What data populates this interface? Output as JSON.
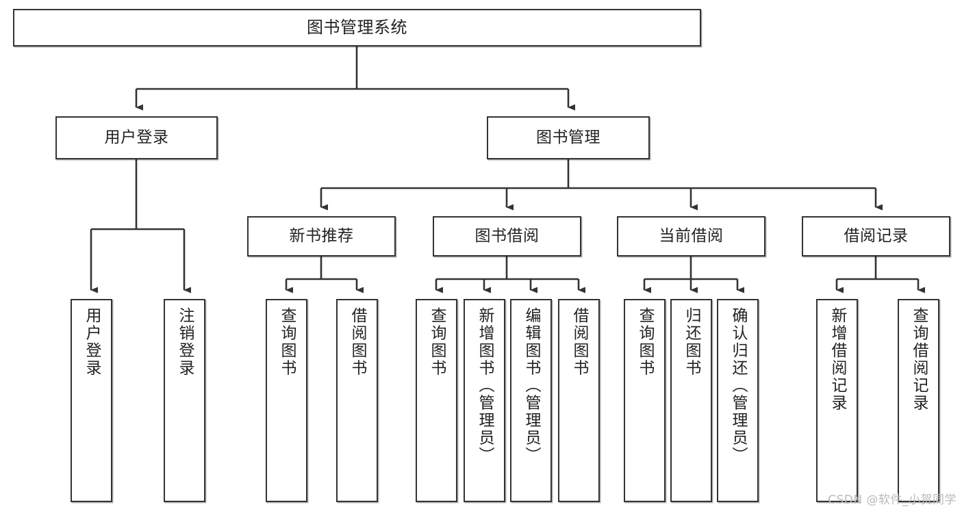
{
  "diagram": {
    "title": "图书管理系统",
    "type": "tree",
    "watermark": "CSDN @软件_小贺同学",
    "colors": {
      "node_border": "#333333",
      "node_fill": "#ffffff",
      "edge": "#333333",
      "text": "#222222",
      "watermark": "#b9b9b9",
      "background": "#ffffff"
    },
    "nodes": {
      "root": {
        "label": "图书管理系统",
        "level": 0,
        "orientation": "horizontal"
      },
      "n_user_login": {
        "label": "用户登录",
        "level": 1,
        "orientation": "horizontal"
      },
      "n_book_mgmt": {
        "label": "图书管理",
        "level": 1,
        "orientation": "horizontal"
      },
      "n_new_book_rec": {
        "label": "新书推荐",
        "level": 2,
        "orientation": "horizontal"
      },
      "n_book_borrow": {
        "label": "图书借阅",
        "level": 2,
        "orientation": "horizontal"
      },
      "n_current_borrow": {
        "label": "当前借阅",
        "level": 2,
        "orientation": "horizontal"
      },
      "n_borrow_record": {
        "label": "借阅记录",
        "level": 2,
        "orientation": "horizontal"
      },
      "l_user_login": {
        "label": "用户登录",
        "level": 2,
        "orientation": "vertical"
      },
      "l_user_logout": {
        "label": "注销登录",
        "level": 2,
        "orientation": "vertical"
      },
      "l_rec_query": {
        "label": "查询图书",
        "level": 3,
        "orientation": "vertical"
      },
      "l_rec_borrow": {
        "label": "借阅图书",
        "level": 3,
        "orientation": "vertical"
      },
      "l_brw_query": {
        "label": "查询图书",
        "level": 3,
        "orientation": "vertical"
      },
      "l_brw_add": {
        "label": "新增图书（管理员）",
        "level": 3,
        "orientation": "vertical"
      },
      "l_brw_edit": {
        "label": "编辑图书（管理员）",
        "level": 3,
        "orientation": "vertical"
      },
      "l_brw_borrow": {
        "label": "借阅图书",
        "level": 3,
        "orientation": "vertical"
      },
      "l_cur_query": {
        "label": "查询图书",
        "level": 3,
        "orientation": "vertical"
      },
      "l_cur_return": {
        "label": "归还图书",
        "level": 3,
        "orientation": "vertical"
      },
      "l_cur_confirm": {
        "label": "确认归还（管理员）",
        "level": 3,
        "orientation": "vertical"
      },
      "l_rec_add": {
        "label": "新增借阅记录",
        "level": 3,
        "orientation": "vertical"
      },
      "l_rec_search": {
        "label": "查询借阅记录",
        "level": 3,
        "orientation": "vertical"
      }
    },
    "edges": [
      {
        "from": "root",
        "to": "n_user_login"
      },
      {
        "from": "root",
        "to": "n_book_mgmt"
      },
      {
        "from": "n_user_login",
        "to": "l_user_login"
      },
      {
        "from": "n_user_login",
        "to": "l_user_logout"
      },
      {
        "from": "n_book_mgmt",
        "to": "n_new_book_rec"
      },
      {
        "from": "n_book_mgmt",
        "to": "n_book_borrow"
      },
      {
        "from": "n_book_mgmt",
        "to": "n_current_borrow"
      },
      {
        "from": "n_book_mgmt",
        "to": "n_borrow_record"
      },
      {
        "from": "n_new_book_rec",
        "to": "l_rec_query"
      },
      {
        "from": "n_new_book_rec",
        "to": "l_rec_borrow"
      },
      {
        "from": "n_book_borrow",
        "to": "l_brw_query"
      },
      {
        "from": "n_book_borrow",
        "to": "l_brw_add"
      },
      {
        "from": "n_book_borrow",
        "to": "l_brw_edit"
      },
      {
        "from": "n_book_borrow",
        "to": "l_brw_borrow"
      },
      {
        "from": "n_current_borrow",
        "to": "l_cur_query"
      },
      {
        "from": "n_current_borrow",
        "to": "l_cur_return"
      },
      {
        "from": "n_current_borrow",
        "to": "l_cur_confirm"
      },
      {
        "from": "n_borrow_record",
        "to": "l_rec_add"
      },
      {
        "from": "n_borrow_record",
        "to": "l_rec_search"
      }
    ]
  }
}
